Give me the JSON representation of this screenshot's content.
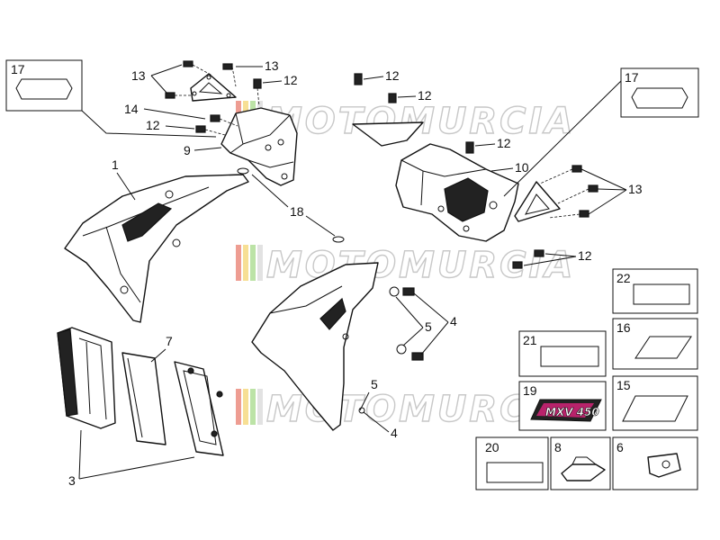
{
  "watermark": {
    "text": "MOTOMURCIA",
    "stripe_colors": [
      "#e25b4a",
      "#f2c94c",
      "#8fd16a",
      "#cfcfcf"
    ]
  },
  "callouts": {
    "c1": "1",
    "c3": "3",
    "c4a": "4",
    "c4b": "4",
    "c5a": "5",
    "c5b": "5",
    "c7": "7",
    "c9": "9",
    "c10": "10",
    "c12a": "12",
    "c12b": "12",
    "c12c": "12",
    "c12d": "12",
    "c12e": "12",
    "c12f": "12",
    "c13a": "13",
    "c13b": "13",
    "c13c": "13",
    "c14": "14",
    "c18": "18"
  },
  "boxes": {
    "b17_left": "17",
    "b17_right": "17",
    "b22": "22",
    "b21": "21",
    "b16": "16",
    "b19": "19",
    "b15": "15",
    "b20": "20",
    "b8": "8",
    "b6": "6"
  },
  "decal_badge": "MXV 450"
}
